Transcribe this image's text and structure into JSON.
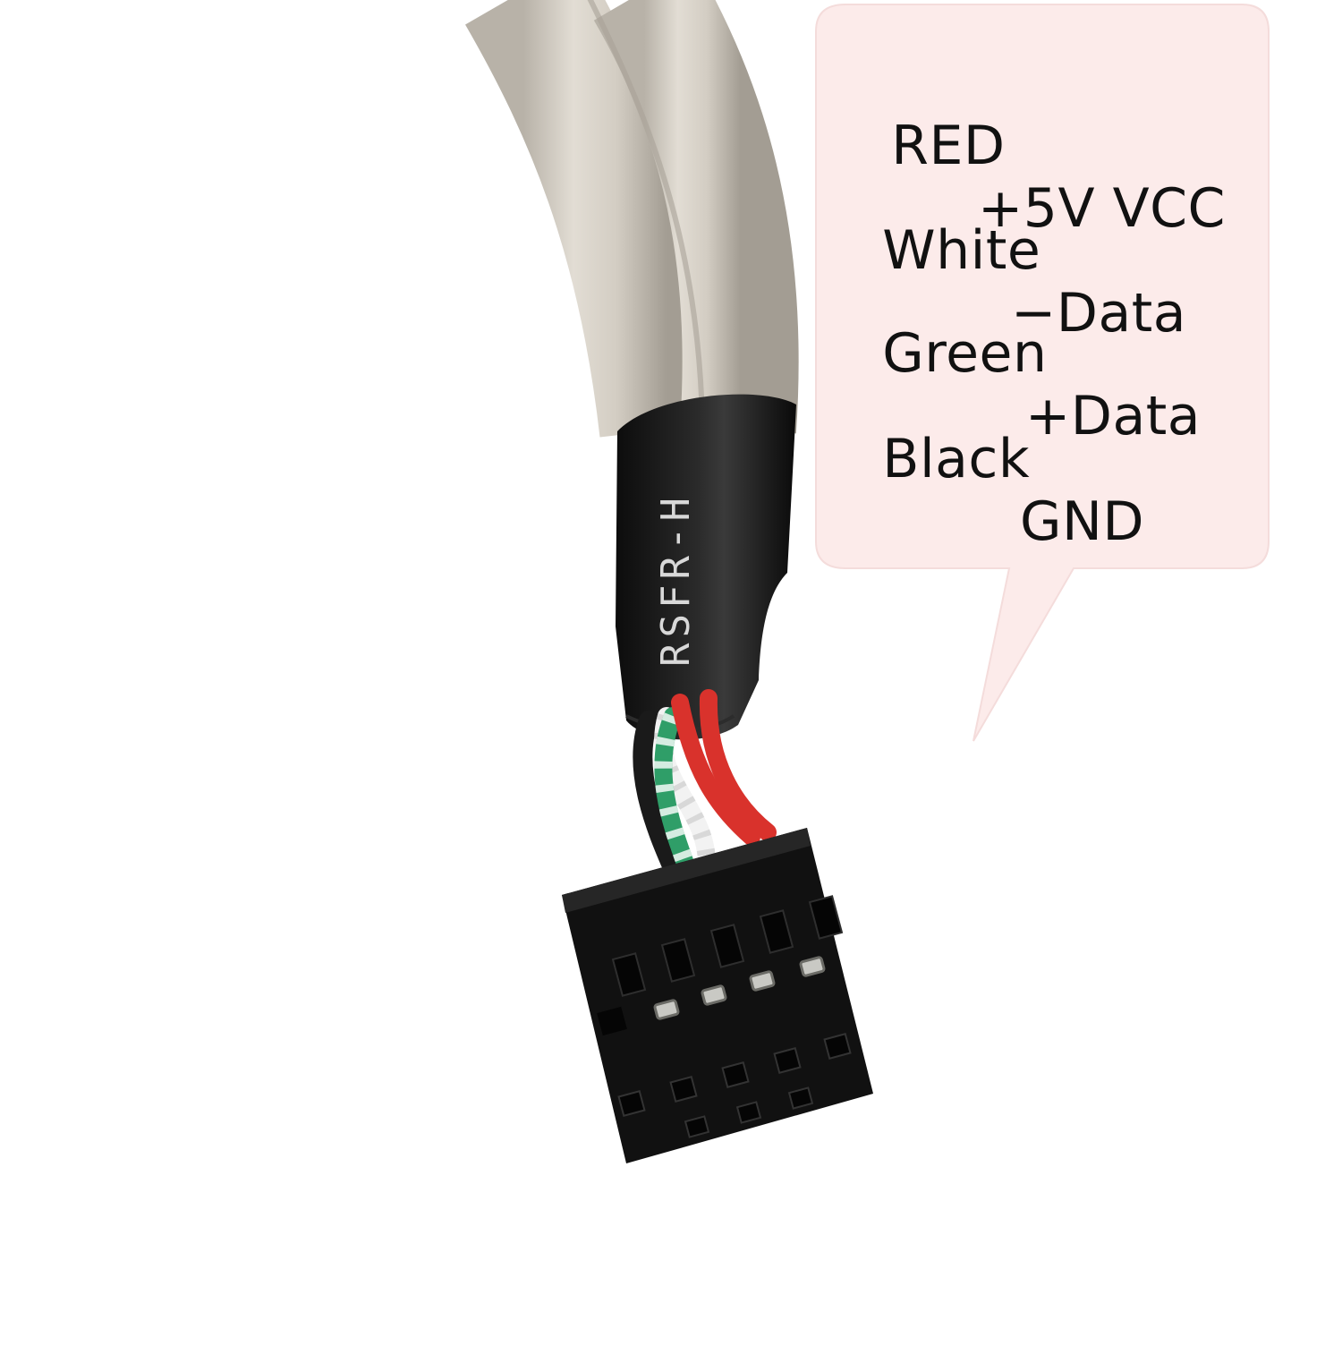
{
  "cable_marking": "RSFR-H",
  "wire_legend": [
    {
      "color": "RED",
      "signal": "+5V VCC"
    },
    {
      "color": "White",
      "signal": "−Data"
    },
    {
      "color": "Green",
      "signal": "+Data"
    },
    {
      "color": "Black",
      "signal": "GND"
    }
  ],
  "colors": {
    "callout_fill": "#fcebea",
    "cable_sheath": "#d4cfc6",
    "heatshrink": "#141414",
    "wire_red": "#d9322c",
    "wire_green": "#2f9e68",
    "wire_white": "#f2f2f2",
    "wire_black": "#1a1a1a",
    "connector": "#111111",
    "pin_metal": "#c9c9c4"
  }
}
